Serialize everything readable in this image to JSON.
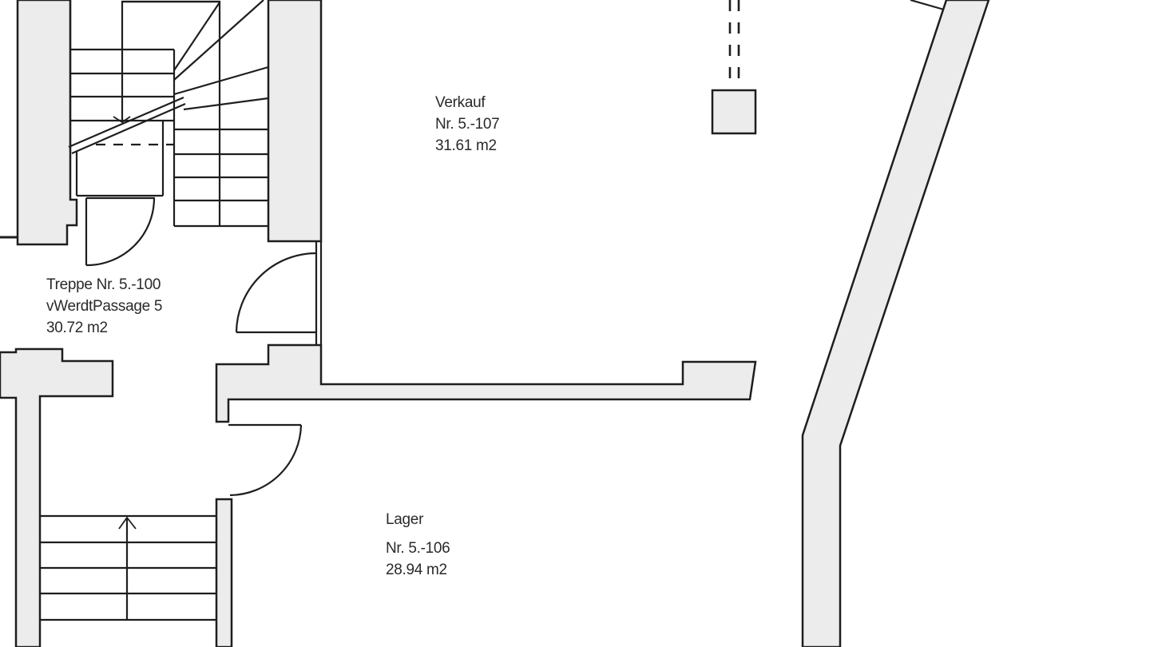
{
  "rooms": [
    {
      "id": "verkauf",
      "name": "Verkauf",
      "number": "Nr. 5.-107",
      "area": "31.61 m2"
    },
    {
      "id": "treppe",
      "name": "Treppe Nr. 5.-100",
      "number": "vWerdtPassage 5",
      "area": "30.72 m2"
    },
    {
      "id": "lager",
      "name": "Lager",
      "number": "Nr. 5.-106",
      "area": "28.94 m2"
    }
  ],
  "colors": {
    "wall_fill": "#ececec",
    "line": "#1e1e1e",
    "text": "#2a2a2a",
    "background": "#ffffff"
  }
}
